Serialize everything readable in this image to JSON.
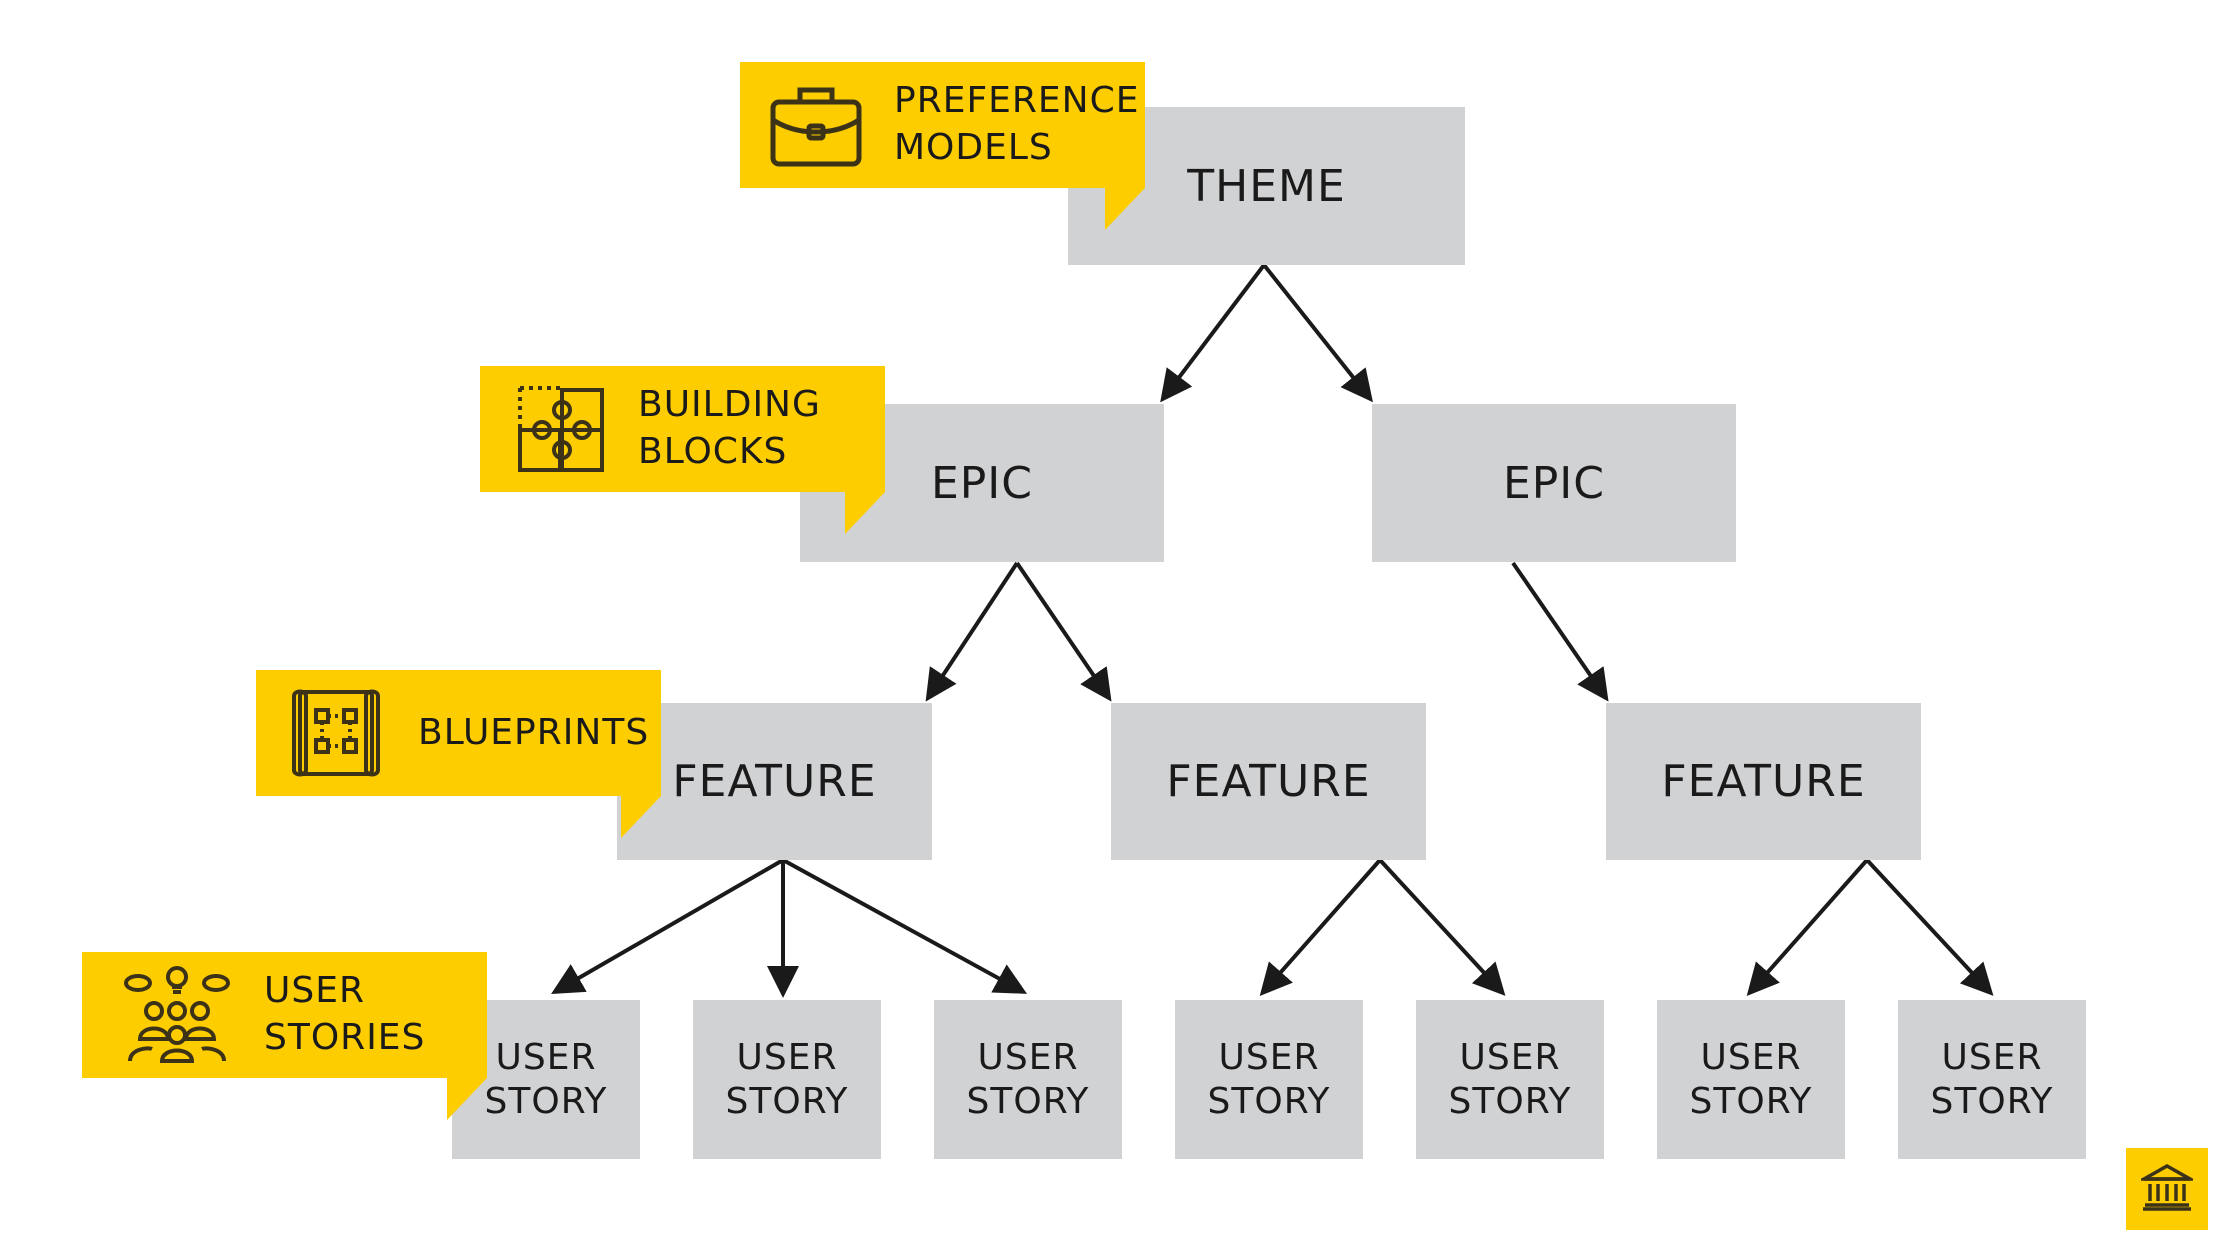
{
  "colors": {
    "accent": "#fdcd00",
    "box": "#d1d2d4",
    "ink": "#1a1a1a"
  },
  "levels": {
    "theme": {
      "icon": "briefcase-icon",
      "label_line1": "PREFERENCE",
      "label_line2": "MODELS"
    },
    "epic": {
      "icon": "puzzle-icon",
      "label_line1": "BUILDING",
      "label_line2": "BLOCKS"
    },
    "feature": {
      "icon": "blueprint-icon",
      "label_line1": "BLUEPRINTS"
    },
    "story": {
      "icon": "user-group-idea-icon",
      "label_line1": "USER",
      "label_line2": "STORIES"
    }
  },
  "nodes": {
    "theme": "THEME",
    "epics": [
      "EPIC",
      "EPIC"
    ],
    "features": [
      "FEATURE",
      "FEATURE",
      "FEATURE"
    ],
    "stories": [
      {
        "line1": "USER",
        "line2": "STORY"
      },
      {
        "line1": "USER",
        "line2": "STORY"
      },
      {
        "line1": "USER",
        "line2": "STORY"
      },
      {
        "line1": "USER",
        "line2": "STORY"
      },
      {
        "line1": "USER",
        "line2": "STORY"
      },
      {
        "line1": "USER",
        "line2": "STORY"
      },
      {
        "line1": "USER",
        "line2": "STORY"
      }
    ]
  },
  "corner_button": {
    "icon": "bank-icon"
  }
}
